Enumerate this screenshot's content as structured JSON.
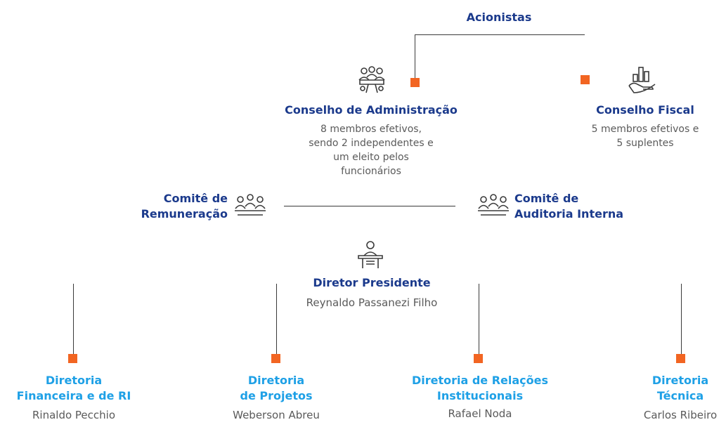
{
  "shareholders": {
    "label": "Acionistas"
  },
  "board": {
    "title": "Conselho de Administração",
    "desc": [
      "8 membros efetivos,",
      "sendo 2 independentes e",
      "um eleito pelos",
      "funcionários"
    ]
  },
  "fiscal": {
    "title": "Conselho Fiscal",
    "desc": [
      "5 membros efetivos e",
      "5 suplentes"
    ]
  },
  "committee_remuneration": {
    "line1": "Comitê de",
    "line2": "Remuneração"
  },
  "committee_audit": {
    "line1": "Comitê de",
    "line2": "Auditoria Interna"
  },
  "ceo": {
    "title": "Diretor Presidente",
    "name": "Reynaldo  Passanezi Filho"
  },
  "directorates": [
    {
      "line1": "Diretoria",
      "line2": "Financeira e de RI",
      "person": "Rinaldo Pecchio"
    },
    {
      "line1": "Diretoria",
      "line2": "de Projetos",
      "person": "Weberson Abreu"
    },
    {
      "line1": "Diretoria de Relações",
      "line2": "Institucionais",
      "person": "Rafael Noda"
    },
    {
      "line1": "Diretoria",
      "line2": "Técnica",
      "person": "Carlos Ribeiro"
    }
  ],
  "colors": {
    "navy": "#1b3a8c",
    "light_blue": "#1ea0e6",
    "orange": "#f26522",
    "line": "#3a3a3a",
    "text_gray": "#5a5a5a"
  },
  "icons": {
    "board": "meeting-table-icon",
    "fiscal": "hand-chart-icon",
    "committees": "people-group-icon",
    "ceo": "speaker-podium-icon"
  }
}
